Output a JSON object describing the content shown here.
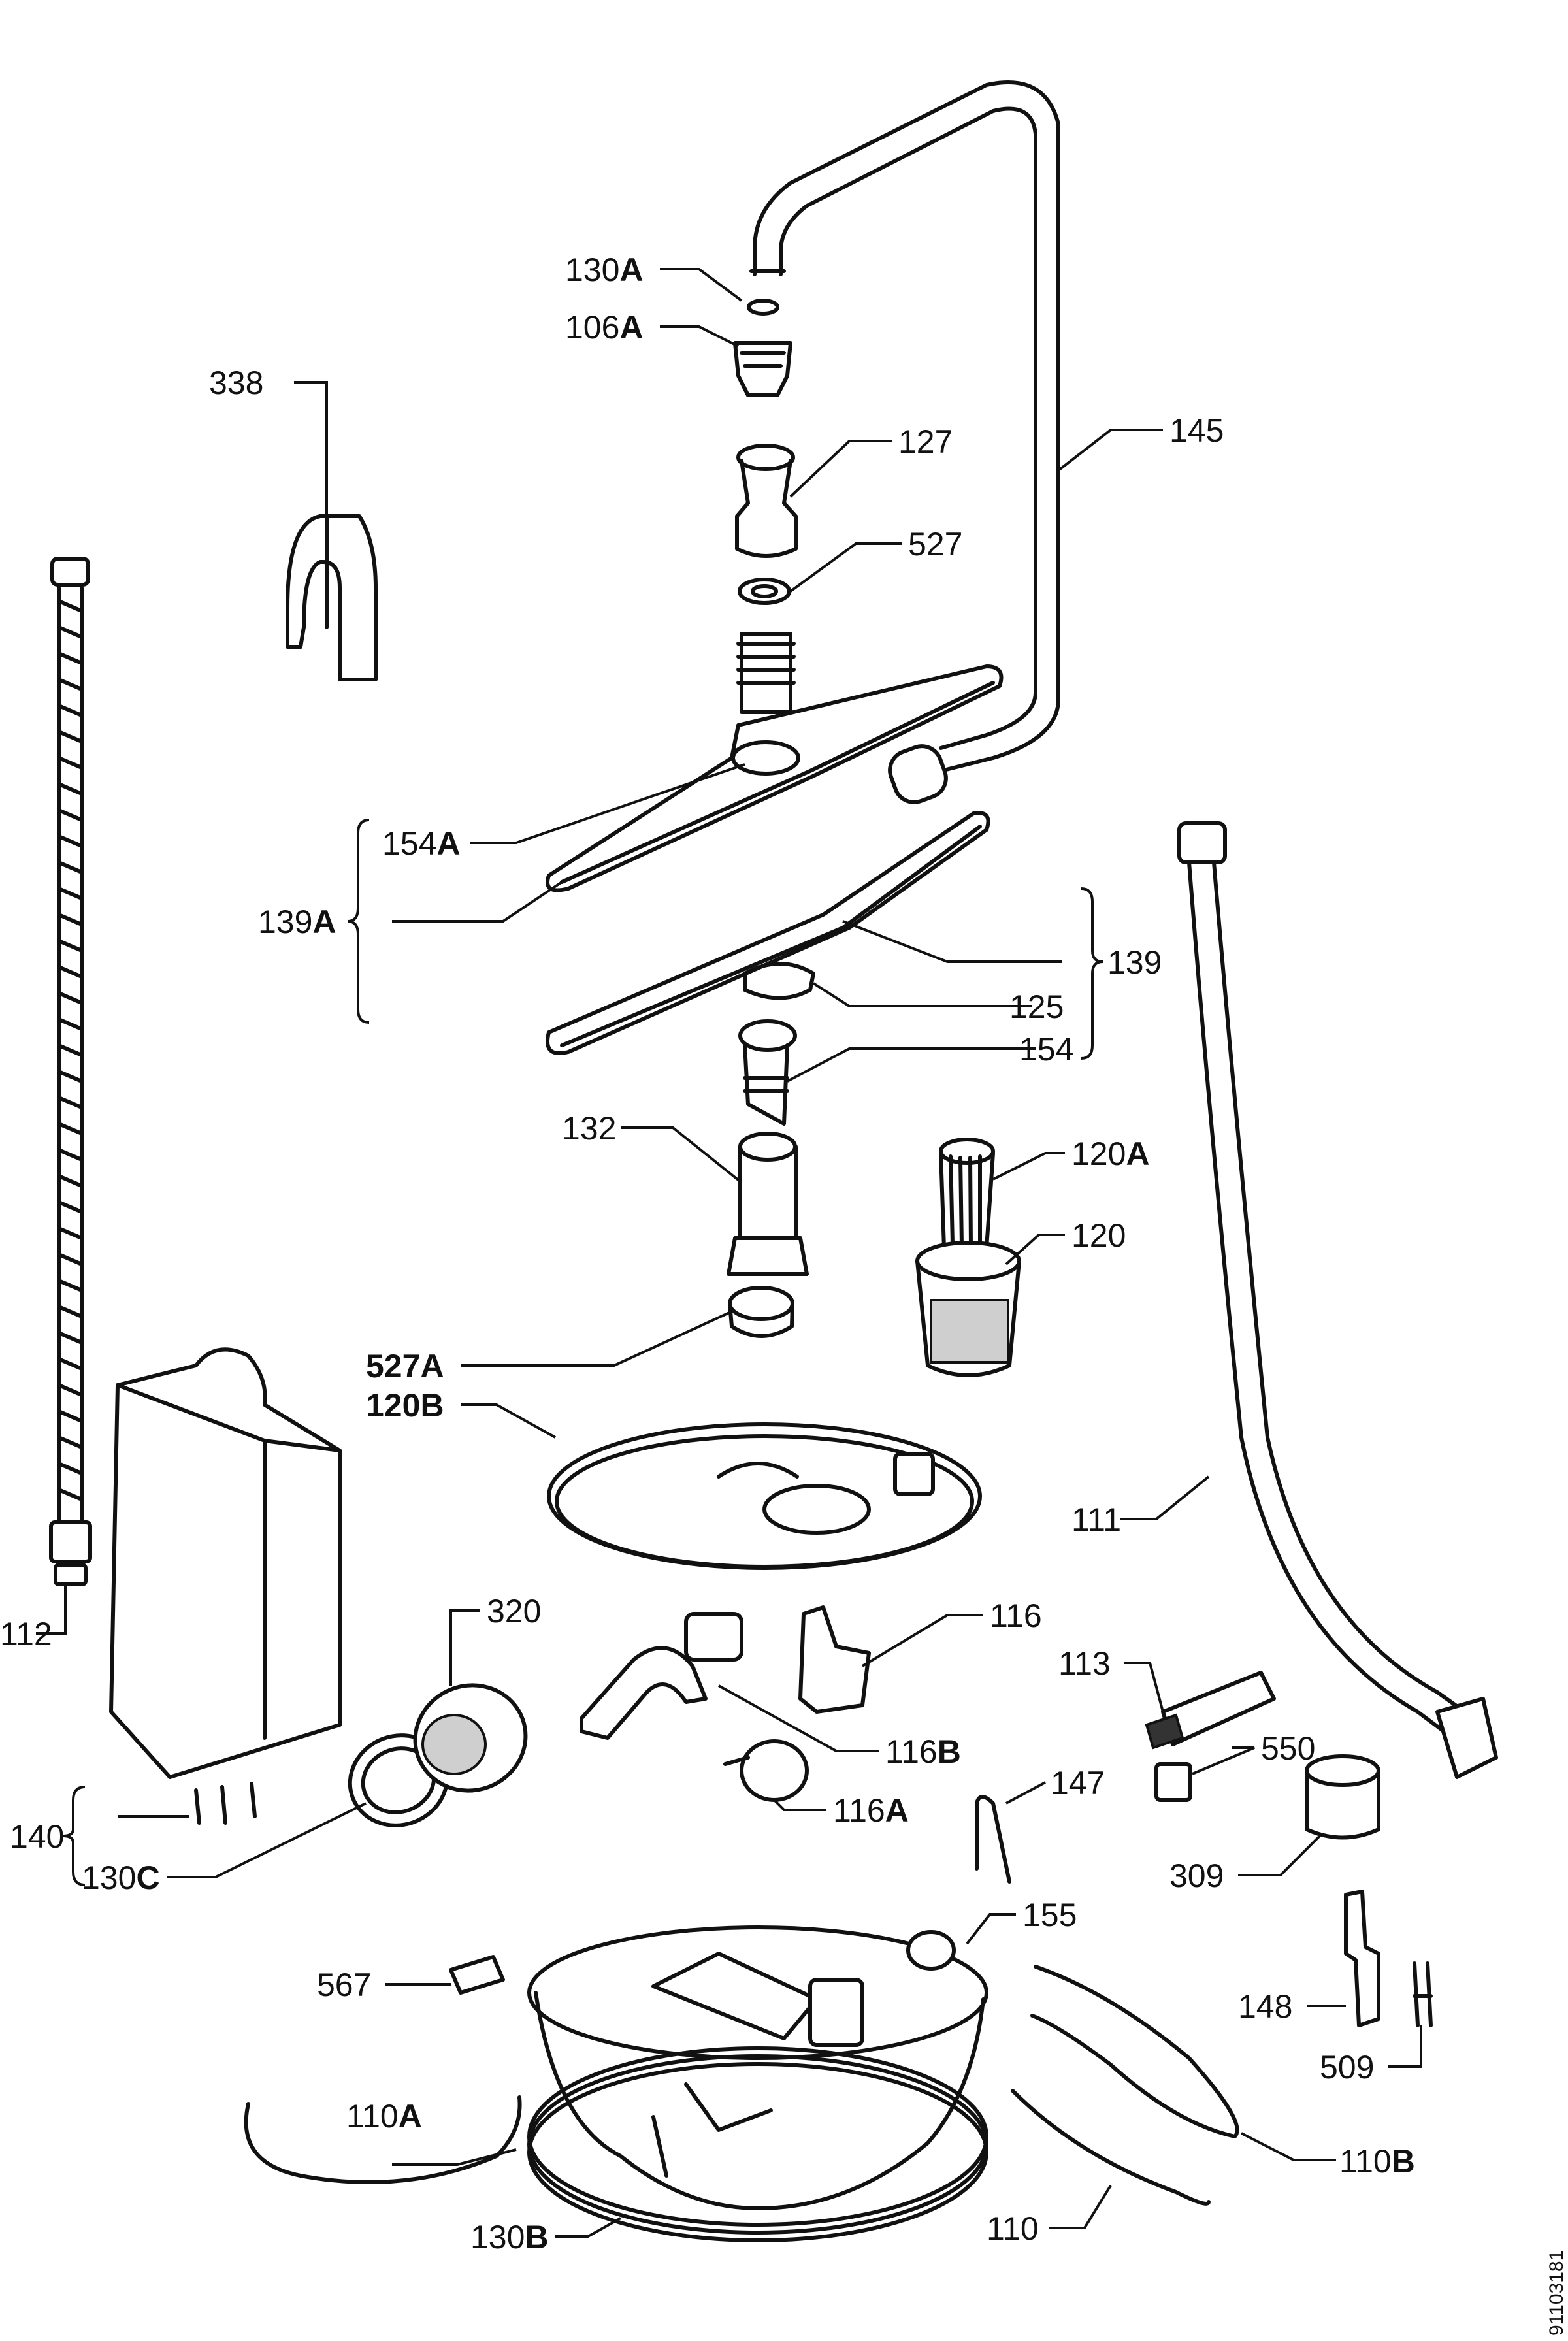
{
  "diagram": {
    "labels": {
      "p130A": {
        "num": "130",
        "suffix": "A"
      },
      "p106A": {
        "num": "106",
        "suffix": "A"
      },
      "p338": {
        "num": "338",
        "suffix": ""
      },
      "p127": {
        "num": "127",
        "suffix": ""
      },
      "p145": {
        "num": "145",
        "suffix": ""
      },
      "p527": {
        "num": "527",
        "suffix": ""
      },
      "p154A": {
        "num": "154",
        "suffix": "A"
      },
      "p139A": {
        "num": "139",
        "suffix": "A"
      },
      "p139": {
        "num": "139",
        "suffix": ""
      },
      "p125": {
        "num": "125",
        "suffix": ""
      },
      "p154": {
        "num": "154",
        "suffix": ""
      },
      "p132": {
        "num": "132",
        "suffix": ""
      },
      "p120A": {
        "num": "120",
        "suffix": "A"
      },
      "p120": {
        "num": "120",
        "suffix": ""
      },
      "p527A": {
        "num": "527",
        "suffix": "A"
      },
      "p120B": {
        "num": "120",
        "suffix": "B"
      },
      "p111": {
        "num": "111",
        "suffix": ""
      },
      "p112": {
        "num": "112",
        "suffix": ""
      },
      "p320": {
        "num": "320",
        "suffix": ""
      },
      "p116": {
        "num": "116",
        "suffix": ""
      },
      "p113": {
        "num": "113",
        "suffix": ""
      },
      "p116B": {
        "num": "116",
        "suffix": "B"
      },
      "p550": {
        "num": "550",
        "suffix": ""
      },
      "p116A": {
        "num": "116",
        "suffix": "A"
      },
      "p147": {
        "num": "147",
        "suffix": ""
      },
      "p140": {
        "num": "140",
        "suffix": ""
      },
      "p130C": {
        "num": "130",
        "suffix": "C"
      },
      "p309": {
        "num": "309",
        "suffix": ""
      },
      "p155": {
        "num": "155",
        "suffix": ""
      },
      "p567": {
        "num": "567",
        "suffix": ""
      },
      "p148": {
        "num": "148",
        "suffix": ""
      },
      "p509": {
        "num": "509",
        "suffix": ""
      },
      "p110A": {
        "num": "110",
        "suffix": "A"
      },
      "p110B": {
        "num": "110",
        "suffix": "B"
      },
      "p130B": {
        "num": "130",
        "suffix": "B"
      },
      "p110": {
        "num": "110",
        "suffix": ""
      }
    },
    "document_id": "91103181"
  }
}
